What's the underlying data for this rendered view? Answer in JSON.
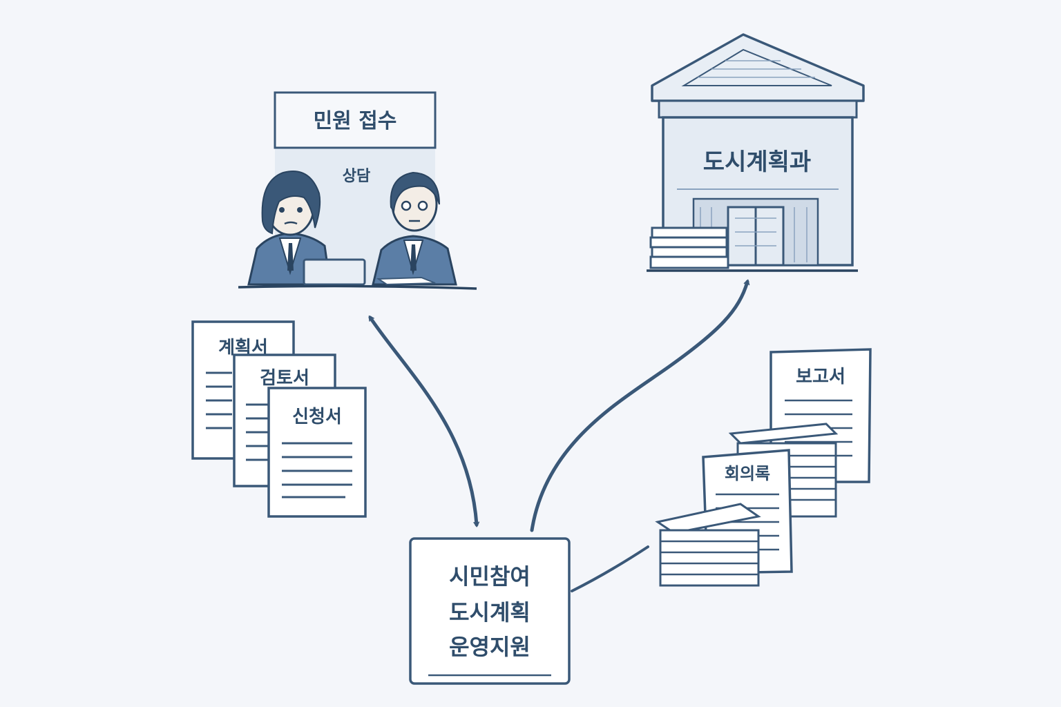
{
  "colors": {
    "background": "#f4f6fa",
    "ink": "#3a5878",
    "ink_dark": "#2a4460",
    "fill_light": "#e4ebf3",
    "fill_mid": "#cfdae7",
    "suit": "#5b7ea6",
    "paper": "#ffffff"
  },
  "meeting": {
    "banner_text": "민원 접수",
    "sign_text": "상담",
    "icon": "meeting-people-icon"
  },
  "building": {
    "sign_text": "도시계획과",
    "icon": "government-building-icon"
  },
  "left_documents": [
    {
      "title": "계획서"
    },
    {
      "title": "검토서"
    },
    {
      "title": "신청서"
    }
  ],
  "right_documents": {
    "top_title": "보고서",
    "middle_title": "회의록"
  },
  "center_box": {
    "lines": [
      "시민참여",
      "도시계획",
      "운영지원"
    ]
  },
  "icons": [
    "document-stack-icon",
    "paper-pile-icon",
    "double-arrow-icon",
    "arrow-icon"
  ]
}
